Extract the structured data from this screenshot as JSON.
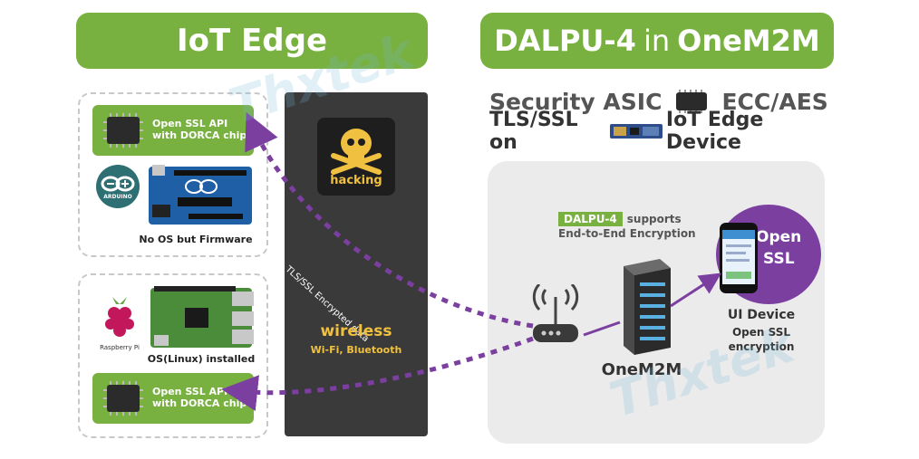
{
  "left_banner": {
    "title": "IoT Edge"
  },
  "right_banner": {
    "title_bold": "DALPU-4",
    "title_mid": "in",
    "title_end": "OneM2M"
  },
  "headline": {
    "line1_a": "Security ASIC",
    "line1_b": "ECC/AES",
    "line2_a": "TLS/SSL on",
    "line2_b": "IoT Edge Device"
  },
  "top_group": {
    "card_line1": "Open SSL API",
    "card_line2": "with DORCA chip",
    "arduino_logo_text": "ARDUINO",
    "caption": "No OS but Firmware"
  },
  "bottom_group": {
    "pi_label": "Raspberry Pi",
    "caption": "OS(Linux) installed",
    "card_line1": "Open SSL API",
    "card_line2": "with DORCA chip"
  },
  "hacking": {
    "label": "hacking"
  },
  "link_label": "TLS/SSL Encrypted data",
  "wireless": {
    "title": "wireless",
    "subtitle": "Wi-Fi, Bluetooth"
  },
  "dalpu_support": {
    "tag": "DALPU-4",
    "line1": "supports",
    "line2": "End-to-End Encryption"
  },
  "server_label": "OneM2M",
  "phone": {
    "badge_line1": "Open",
    "badge_line2": "SSL",
    "title": "UI Device",
    "line1": "Open SSL",
    "line2": "encryption"
  },
  "watermark": "Thxtek",
  "colors": {
    "accent_green": "#78b13f",
    "arrow_purple": "#7b3fa0",
    "dark_panel": "#3a3a3a",
    "hacking_yellow": "#f0c040"
  }
}
